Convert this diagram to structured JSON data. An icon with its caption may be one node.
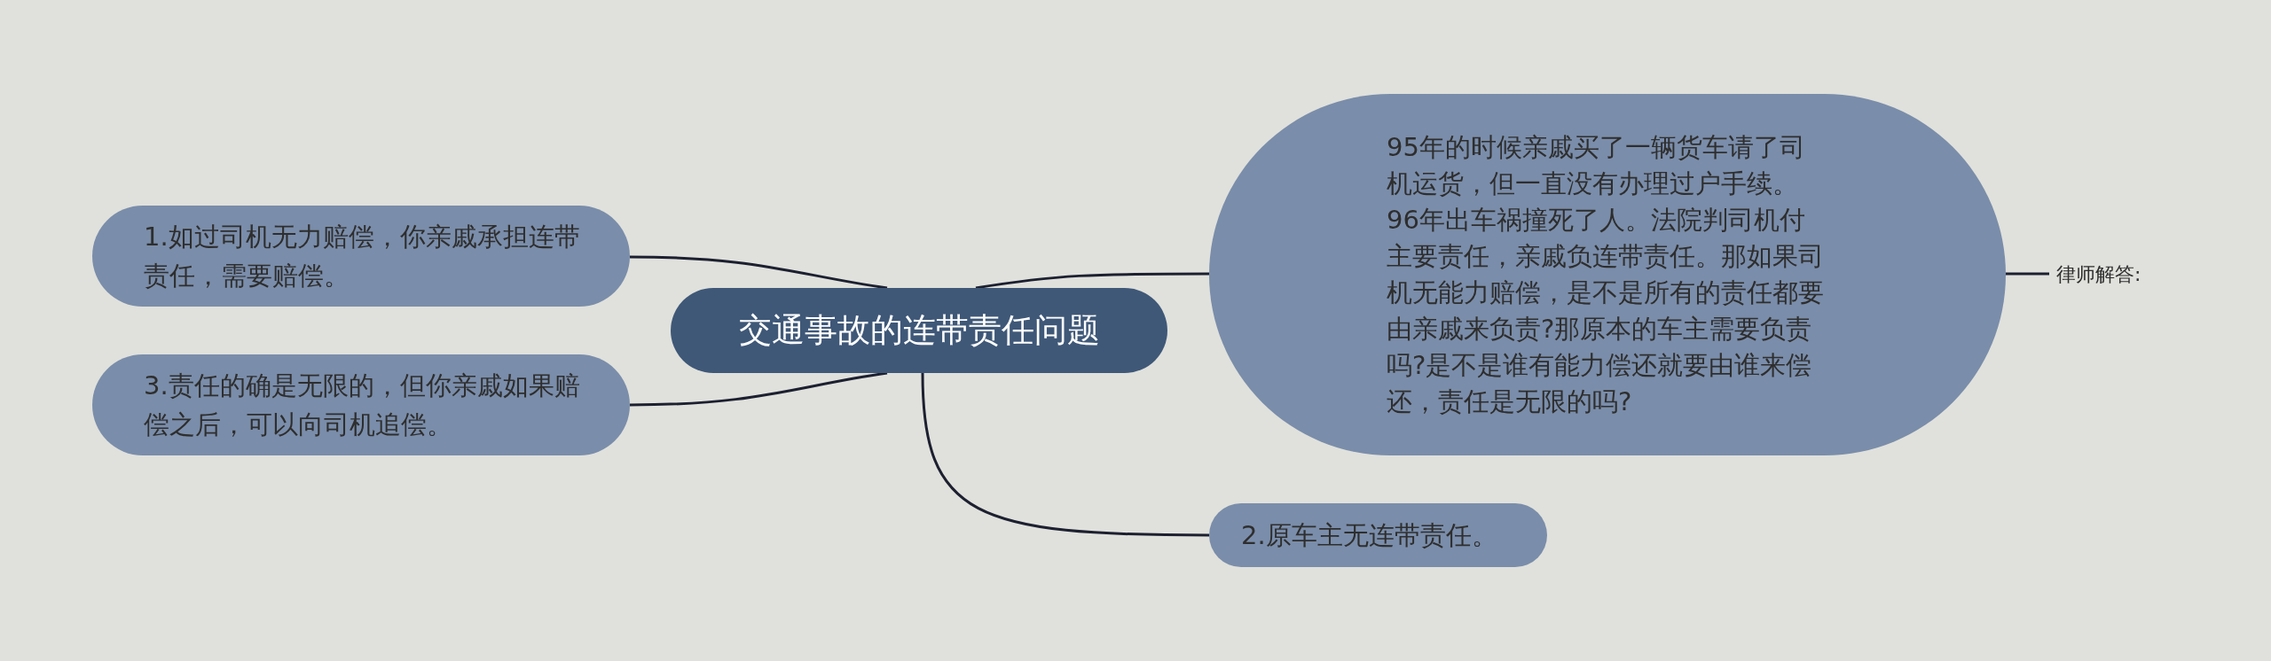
{
  "diagram": {
    "nodes": [
      {
        "text": [
          "交通事故的连带责任问题"
        ]
      },
      {
        "text": [
          "1.如过司机无力赔偿，你亲戚承担连带责任，需要赔偿。"
        ]
      },
      {
        "text": [
          "3.责任的确是无限的，但你亲戚如果赔偿之后，可以向司机追偿。"
        ]
      },
      {
        "text": [
          "95年的时候亲戚买了一辆货车请了司机运货，但一直没有办理过户手续。96年出车祸撞死了人。法院判司机付主要责任，亲戚负连带责任。那如果司机无能力赔偿，是不是所有的责任都要由亲戚来负责?那原本的车主需要负责吗?是不是谁有能力偿还就要由谁来偿还，责任是无限的吗?"
        ]
      },
      {
        "text": [
          "律师解答:"
        ]
      },
      {
        "text": [
          "2.原车主无连带责任。"
        ]
      }
    ],
    "edges": [
      {
        "from": 0,
        "to": 1,
        "arrow": "none"
      },
      {
        "from": 0,
        "to": 2,
        "arrow": "none"
      },
      {
        "from": 0,
        "to": 3,
        "arrow": "none"
      },
      {
        "from": 3,
        "to": 4,
        "arrow": "none"
      },
      {
        "from": 0,
        "to": 5,
        "arrow": "none"
      }
    ]
  }
}
